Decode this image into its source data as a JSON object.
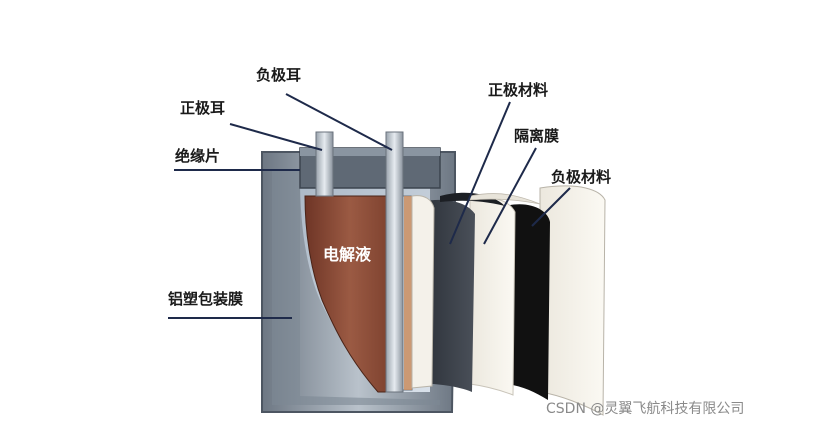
{
  "labels": {
    "negative_tab": "负极耳",
    "positive_tab": "正极耳",
    "insulation_sheet": "绝缘片",
    "cathode_material": "正极材料",
    "separator": "隔离膜",
    "anode_material": "负极材料",
    "electrolyte": "电解液",
    "pouch_film": "铝塑包装膜"
  },
  "watermark": "CSDN @灵翼飞航科技有限公司",
  "colors": {
    "frame": "#8f9aa6",
    "frame_dark": "#5c6672",
    "electrolyte": "#8b4a35",
    "cathode_layer": "#3a3f47",
    "anode_layer": "#111111",
    "separator_layer": "#f6f3ea",
    "leader_line": "#1e2a4a"
  }
}
